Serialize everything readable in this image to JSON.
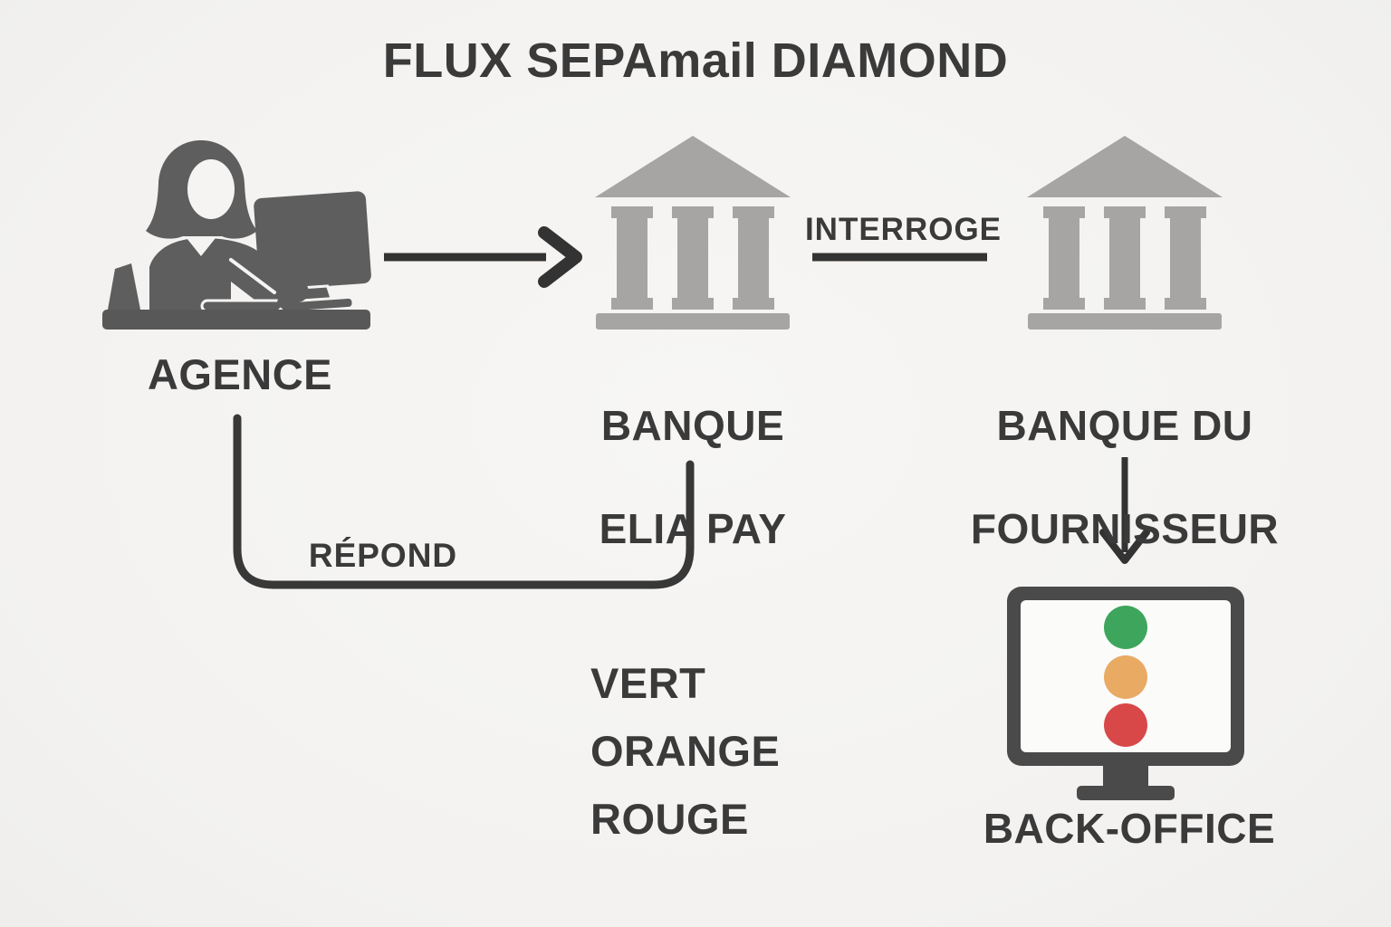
{
  "title": "FLUX SEPAmail DIAMOND",
  "nodes": {
    "agence": {
      "label": "AGENCE",
      "icon": "agent-at-desk-icon"
    },
    "banque_elia": {
      "line1": "BANQUE",
      "line2": "ELIA PAY",
      "icon": "bank-icon"
    },
    "banque_fournisseur": {
      "line1": "BANQUE DU",
      "line2": "FOURNISSEUR",
      "icon": "bank-icon"
    },
    "back_office": {
      "label": "BACK-OFFICE",
      "icon": "monitor-traffic-light-icon"
    }
  },
  "edges": {
    "agence_to_banque_elia": {
      "type": "arrow-right",
      "label": ""
    },
    "interroge": {
      "type": "line",
      "label": "INTERROGE"
    },
    "repond": {
      "type": "u-path",
      "label": "RÉPOND"
    },
    "fournisseur_to_back_office": {
      "type": "arrow-down",
      "label": ""
    }
  },
  "statuses": [
    {
      "label": "VERT",
      "color": "#3da65c"
    },
    {
      "label": "ORANGE",
      "color": "#e9aa64"
    },
    {
      "label": "ROUGE",
      "color": "#d84848"
    }
  ],
  "colors": {
    "background": "#f5f4f2",
    "text": "#3a3a3a",
    "connector": "#333333",
    "person_icon": "#5e5e5e",
    "desk": "#585858",
    "bank_icon": "#a6a5a3",
    "monitor_frame": "#4a4a4a",
    "screen": "#fbfbfa"
  }
}
